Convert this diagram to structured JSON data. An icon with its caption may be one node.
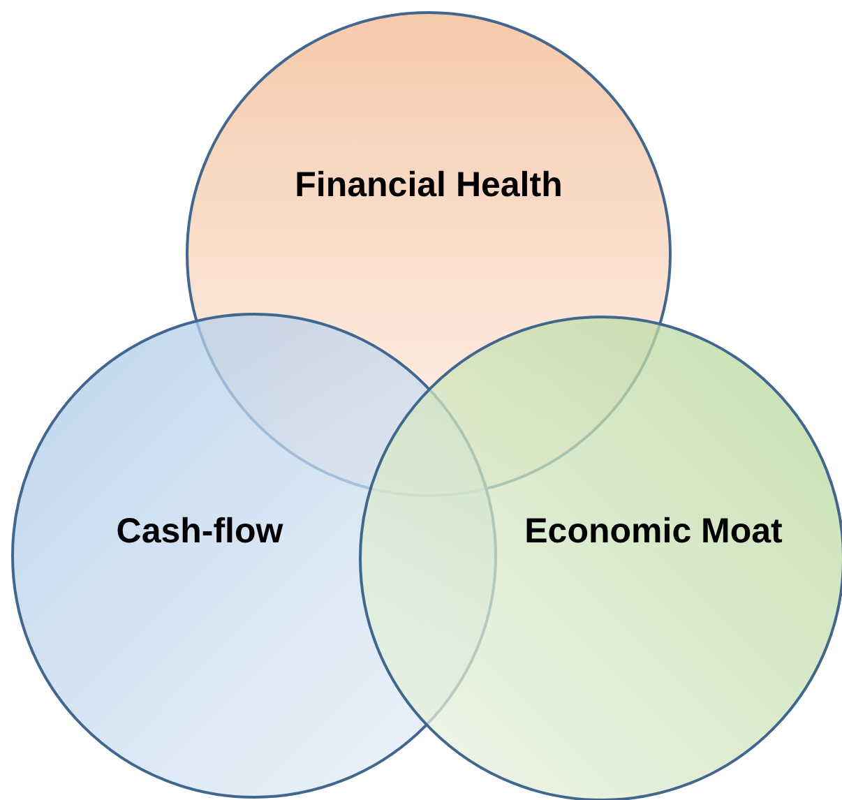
{
  "diagram": {
    "nodes": [
      {
        "text": [
          "Financial Health"
        ]
      },
      {
        "text": [
          "Cash-flow"
        ]
      },
      {
        "text": [
          "Economic Moat"
        ]
      }
    ]
  }
}
